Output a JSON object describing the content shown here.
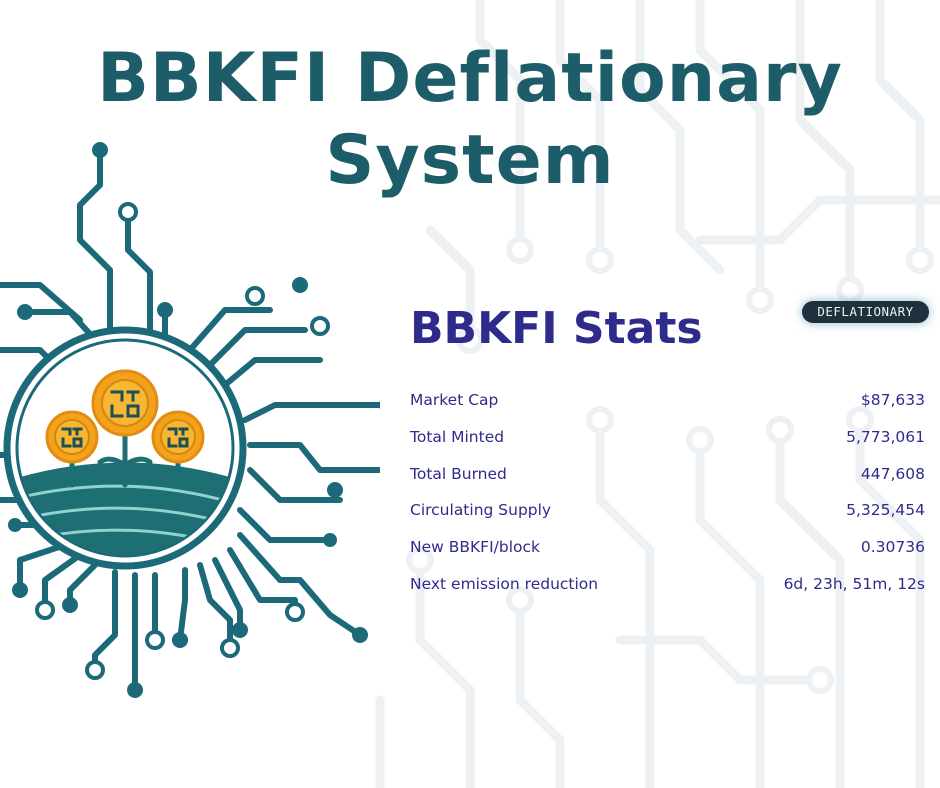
{
  "title": {
    "line1": "BBKFI Deflationary",
    "line2": "System"
  },
  "stats": {
    "heading": "BBKFI Stats",
    "badge": "DEFLATIONARY",
    "rows": [
      {
        "label": "Market Cap",
        "value": "$87,633"
      },
      {
        "label": "Total Minted",
        "value": "5,773,061"
      },
      {
        "label": "Total Burned",
        "value": "447,608"
      },
      {
        "label": "Circulating Supply",
        "value": "5,325,454"
      },
      {
        "label": "New BBKFI/block",
        "value": "0.30736"
      },
      {
        "label": "Next emission reduction",
        "value": "6d, 23h, 51m, 12s"
      }
    ]
  },
  "colors": {
    "title": "#1d5d6a",
    "circuit": "#1c6a79",
    "stats_text": "#2f2b8c",
    "badge_bg": "#20303c",
    "coin": "#f2a21b"
  },
  "icons": [
    "circuit-background-icon",
    "bbkfi-logo-icon"
  ]
}
